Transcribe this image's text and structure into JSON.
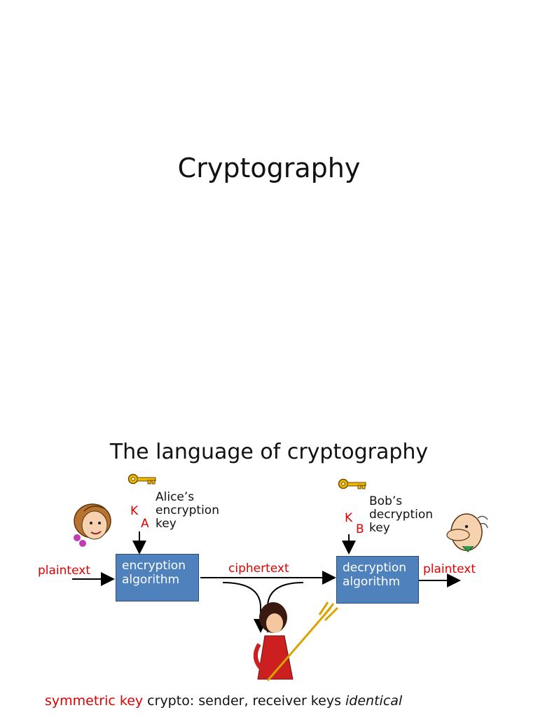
{
  "slide1": {
    "title": "Cryptography"
  },
  "slide2": {
    "title": "The language of cryptography",
    "alice_key": {
      "k": "K",
      "sub": "A",
      "line1": "Alice’s",
      "line2": "encryption",
      "line3": "key"
    },
    "bob_key": {
      "k": "K",
      "sub": "B",
      "line1": "Bob’s",
      "line2": "decryption",
      "line3": "key"
    },
    "plaintext_in": "plaintext",
    "plaintext_out": "plaintext",
    "ciphertext": "ciphertext",
    "encryption_box": {
      "line1": "encryption",
      "line2": "algorithm"
    },
    "decryption_box": {
      "line1": "decryption",
      "line2": "algorithm"
    },
    "footer": {
      "highlight": "symmetric key",
      "middle": " crypto: sender, receiver keys ",
      "emphasis": "identical"
    }
  },
  "colors": {
    "label_red": "#e00000",
    "box_blue": "#4f81bd",
    "key_gold": "#f0b800"
  },
  "icons": [
    "key-icon",
    "alice-figure",
    "bob-figure",
    "trudy-figure"
  ]
}
